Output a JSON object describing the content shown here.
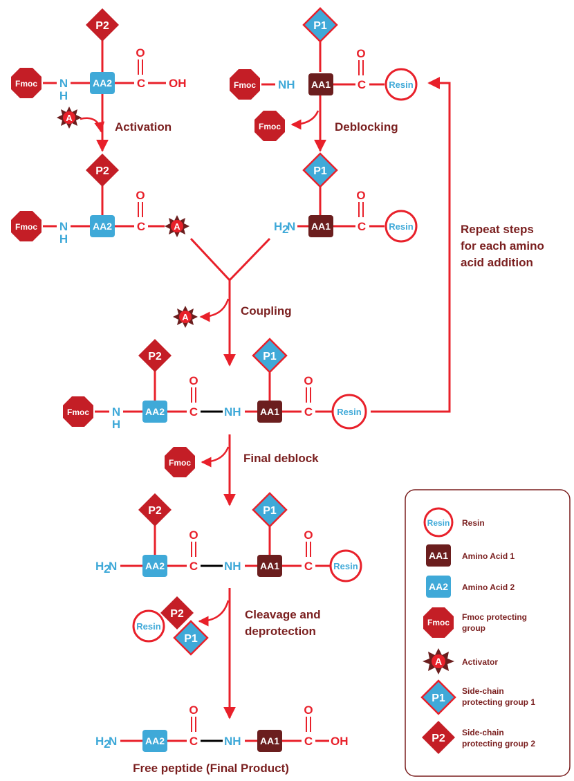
{
  "colors": {
    "red": "#e8202a",
    "dark_red": "#c41e26",
    "maroon": "#6b1e1e",
    "light_blue": "#3fa9d8",
    "label_text": "#7a1f1f"
  },
  "glyphs": {
    "fmoc": "Fmoc",
    "aa1": "AA1",
    "aa2": "AA2",
    "p1": "P1",
    "p2": "P2",
    "activator": "A",
    "resin": "Resin",
    "o": "O",
    "c": "C",
    "oh": "OH",
    "nh": "NH",
    "n": "N",
    "h": "H",
    "h2n_h": "H",
    "h2n_sub": "2",
    "h2n_n": "N"
  },
  "steps": {
    "activation": "Activation",
    "deblocking": "Deblocking",
    "coupling": "Coupling",
    "repeat_line1": "Repeat steps",
    "repeat_line2": "for each amino",
    "repeat_line3": "acid addition",
    "final_deblock": "Final deblock",
    "cleavage_line1": "Cleavage and",
    "cleavage_line2": "deprotection",
    "final_product": "Free peptide (Final Product)"
  },
  "legend": {
    "resin": "Resin",
    "aa1": "Amino Acid 1",
    "aa2": "Amino Acid 2",
    "fmoc_line1": "Fmoc protecting",
    "fmoc_line2": "group",
    "activator": "Activator",
    "p1_line1": "Side-chain",
    "p1_line2": "protecting group 1",
    "p2_line1": "Side-chain",
    "p2_line2": "protecting group 2"
  }
}
